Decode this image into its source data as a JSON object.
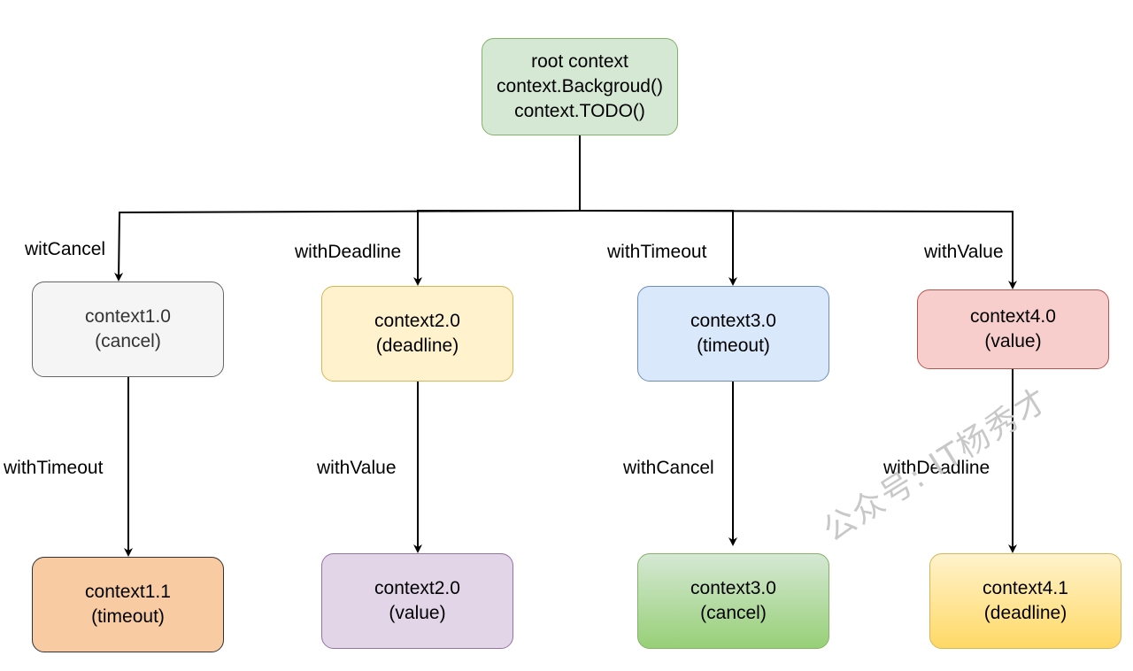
{
  "nodes": {
    "root": {
      "lines": [
        "root context",
        "context.Backgroud()",
        "context.TODO()"
      ]
    },
    "context1_0": {
      "lines": [
        "context1.0",
        "(cancel)"
      ]
    },
    "context2_0": {
      "lines": [
        "context2.0",
        "(deadline)"
      ]
    },
    "context3_0": {
      "lines": [
        "context3.0",
        "(timeout)"
      ]
    },
    "context4_0": {
      "lines": [
        "context4.0",
        "(value)"
      ]
    },
    "context1_1": {
      "lines": [
        "context1.1",
        "(timeout)"
      ]
    },
    "context2_1": {
      "lines": [
        "context2.0",
        "(value)"
      ]
    },
    "context3_1": {
      "lines": [
        "context3.0",
        "(cancel)"
      ]
    },
    "context4_1": {
      "lines": [
        "context4.1",
        "(deadline)"
      ]
    }
  },
  "edge_labels": {
    "root_to_1": "witCancel",
    "root_to_2": "withDeadline",
    "root_to_3": "withTimeout",
    "root_to_4": "withValue",
    "c1_to_c11": "withTimeout",
    "c2_to_c21": "withValue",
    "c3_to_c31": "withCancel",
    "c4_to_c41": "withDeadline"
  },
  "edges": [
    {
      "from": "root",
      "to": "context1_0"
    },
    {
      "from": "root",
      "to": "context2_0"
    },
    {
      "from": "root",
      "to": "context3_0"
    },
    {
      "from": "root",
      "to": "context4_0"
    },
    {
      "from": "context1_0",
      "to": "context1_1"
    },
    {
      "from": "context2_0",
      "to": "context2_1"
    },
    {
      "from": "context3_0",
      "to": "context3_1"
    },
    {
      "from": "context4_0",
      "to": "context4_1"
    }
  ],
  "watermark": "公众号: IT杨秀才"
}
